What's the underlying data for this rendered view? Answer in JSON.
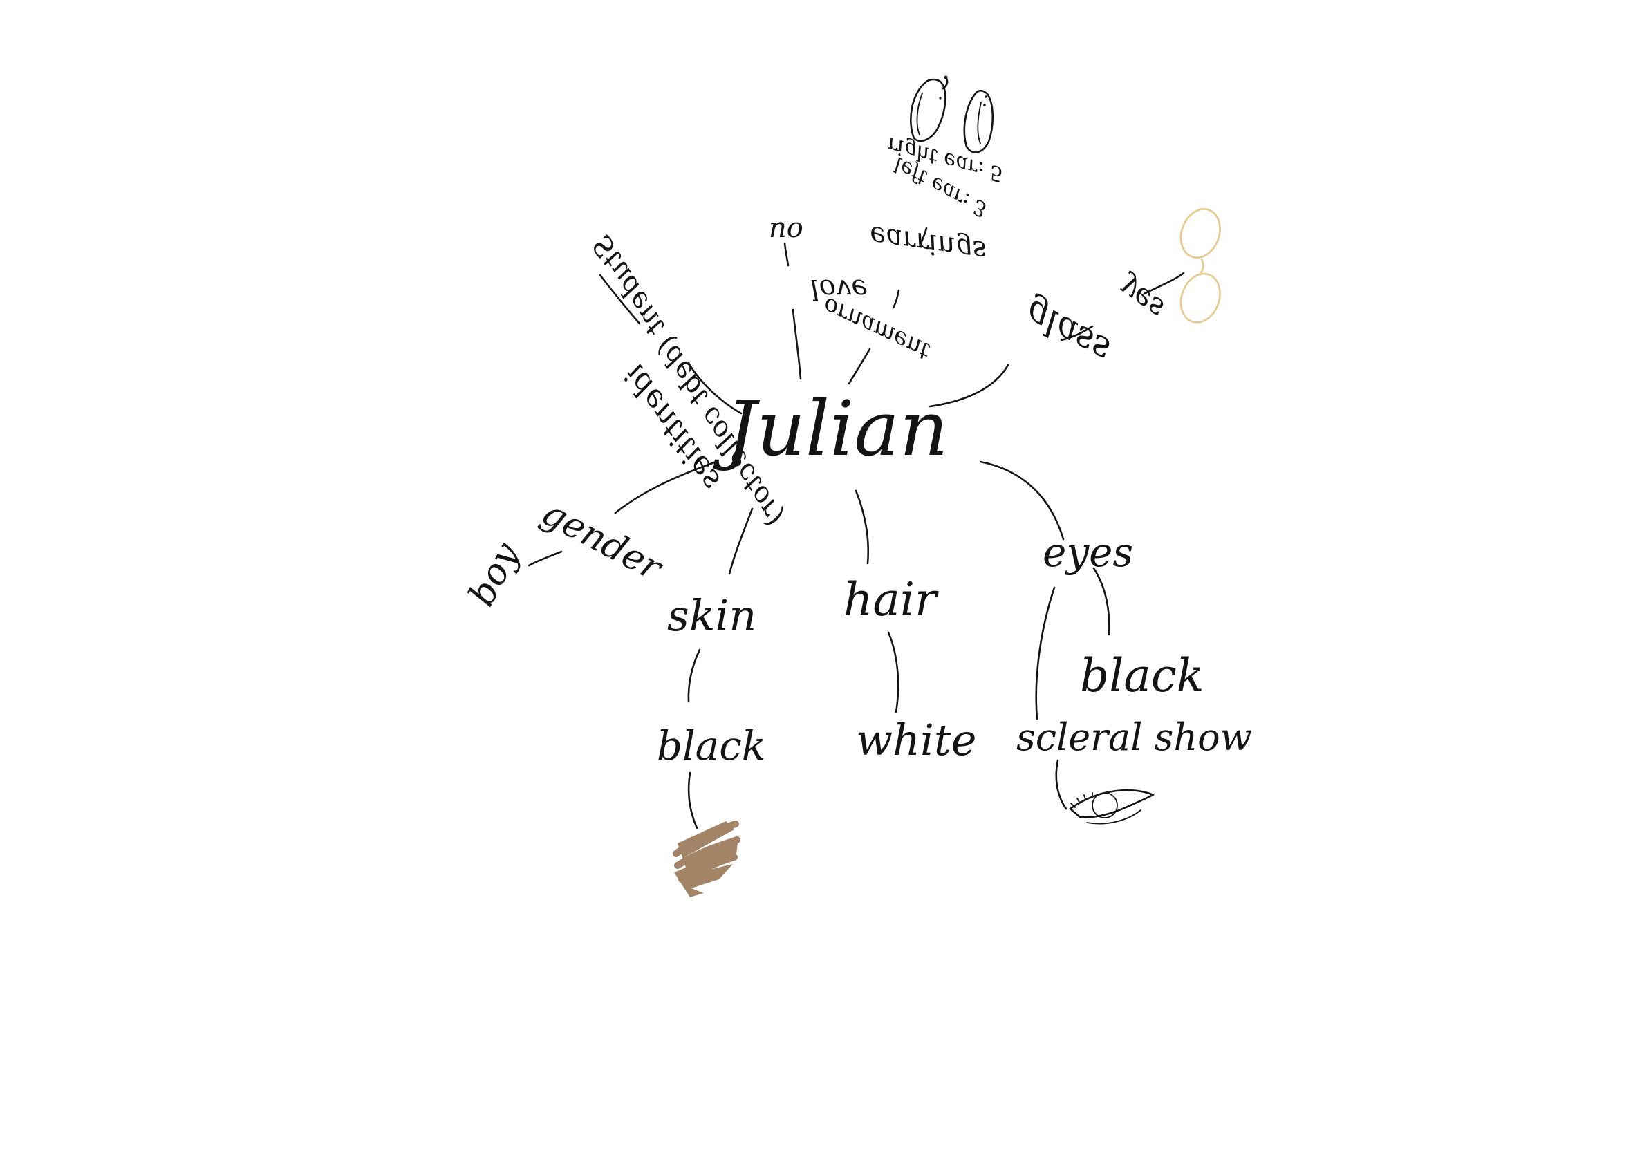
{
  "colors": {
    "ink": "#141414",
    "skin_swatch": "#a48467",
    "glasses": "#e6c98c",
    "background": "#ffffff"
  },
  "diagram": {
    "center": "Julian",
    "nodes": {
      "gender": "gender",
      "boy": "boy",
      "skin": "skin",
      "skin_black": "black",
      "hair": "hair",
      "hair_white": "white",
      "eyes": "eyes",
      "eyes_black": "black",
      "scleral_show": "scleral show",
      "identities": "identities",
      "student": "Student (debt collector)",
      "love": "love",
      "no": "no",
      "ornament": "ornament",
      "earrings": "earrings",
      "left_ear": "left ear: 3",
      "right_ear": "right ear: 5",
      "glass": "glass",
      "yes": "yes"
    },
    "icons": [
      "earrings-sketch-icon",
      "glasses-sketch-icon",
      "eye-sketch-icon",
      "skin-color-swatch"
    ]
  }
}
